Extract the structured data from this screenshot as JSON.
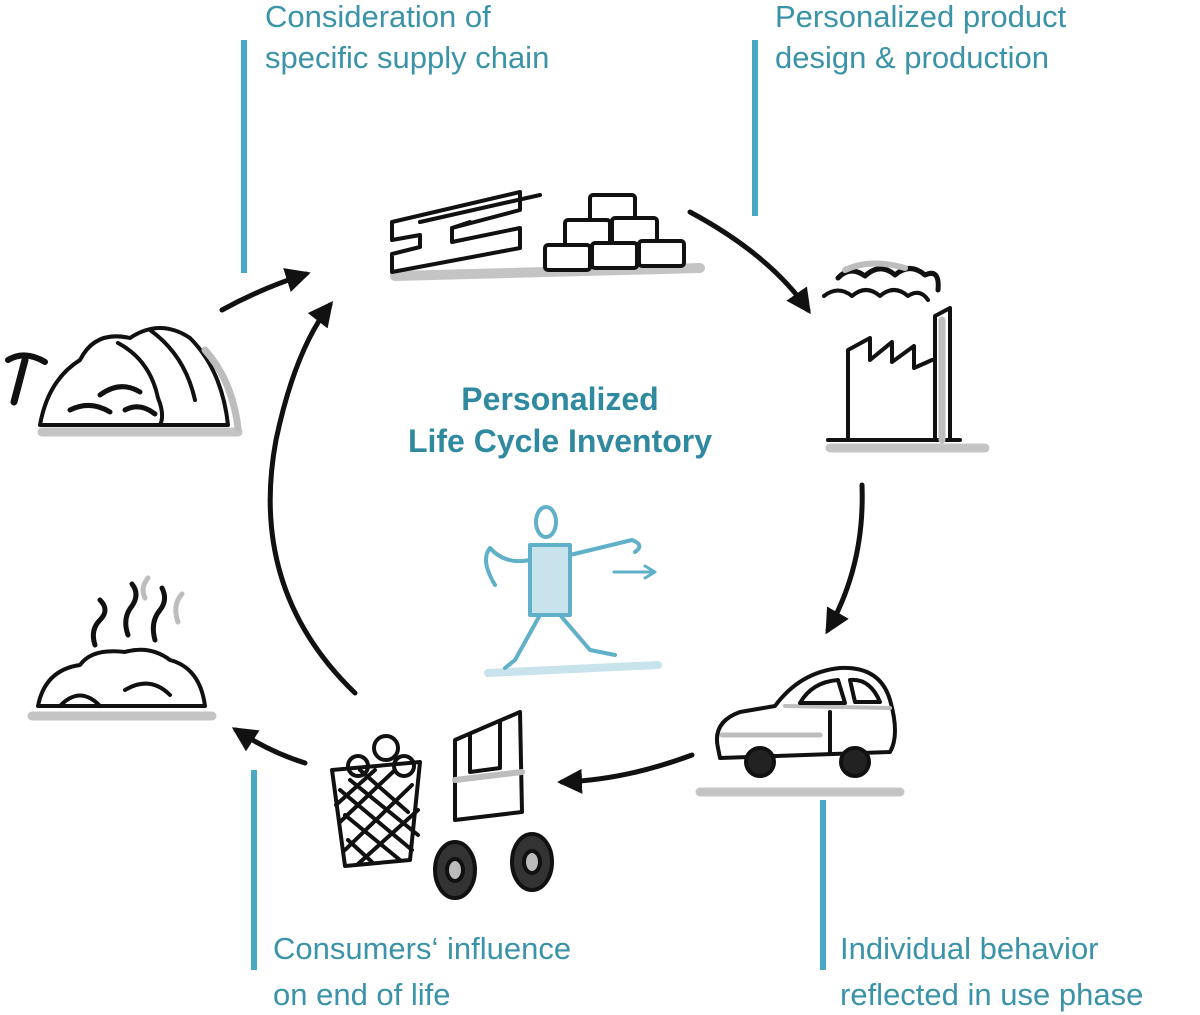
{
  "center": {
    "line1": "Personalized",
    "line2": "Life Cycle Inventory"
  },
  "callouts": {
    "supply_chain": {
      "line1": "Consideration of",
      "line2": "specific supply chain"
    },
    "product_design": {
      "line1": "Personalized product",
      "line2": "design & production"
    },
    "end_of_life": {
      "line1": "Consumers‘ influence",
      "line2": "on end of life"
    },
    "use_phase": {
      "line1": "Individual behavior",
      "line2": "reflected in use phase"
    }
  },
  "colors": {
    "accent": "#3a93a8",
    "bar": "#4aa9c2",
    "person": "#5fb0c8",
    "ink": "#111111",
    "shadow": "#c4c4c4"
  }
}
